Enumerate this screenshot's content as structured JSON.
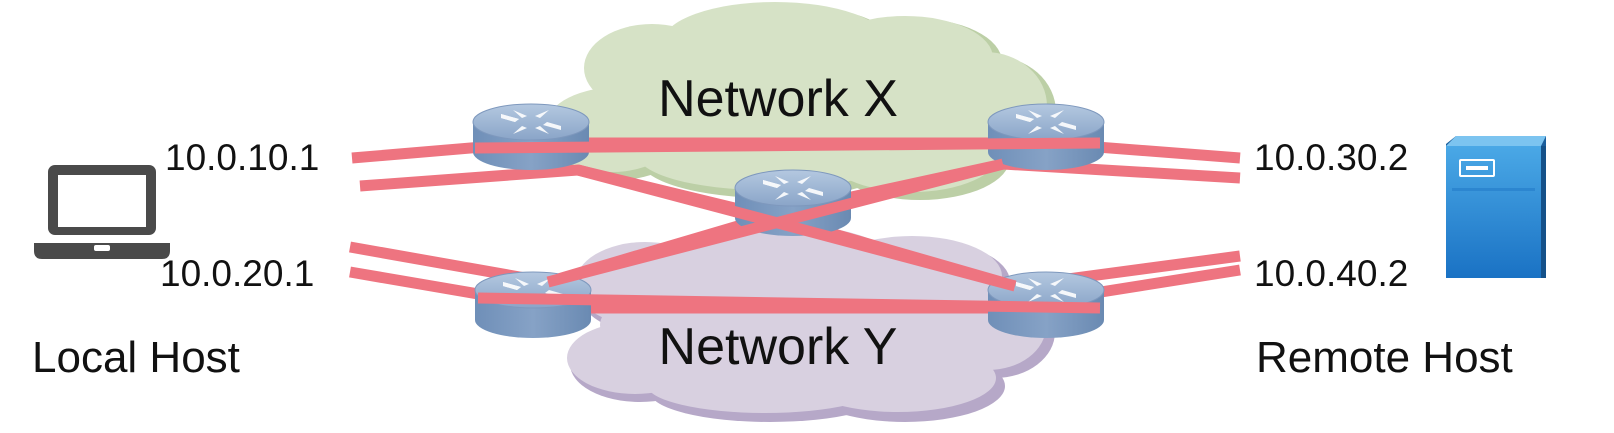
{
  "local_host": {
    "label": "Local Host",
    "addresses": [
      "10.0.10.1",
      "10.0.20.1"
    ],
    "icon": "laptop-icon"
  },
  "remote_host": {
    "label": "Remote Host",
    "addresses": [
      "10.0.30.2",
      "10.0.40.2"
    ],
    "icon": "server-icon"
  },
  "networks": {
    "x": {
      "label": "Network X",
      "color": "#d6e2c6"
    },
    "y": {
      "label": "Network Y",
      "color": "#d8d0e0"
    }
  },
  "path_color": "#ee7480",
  "router_color": "#7d9bc3"
}
